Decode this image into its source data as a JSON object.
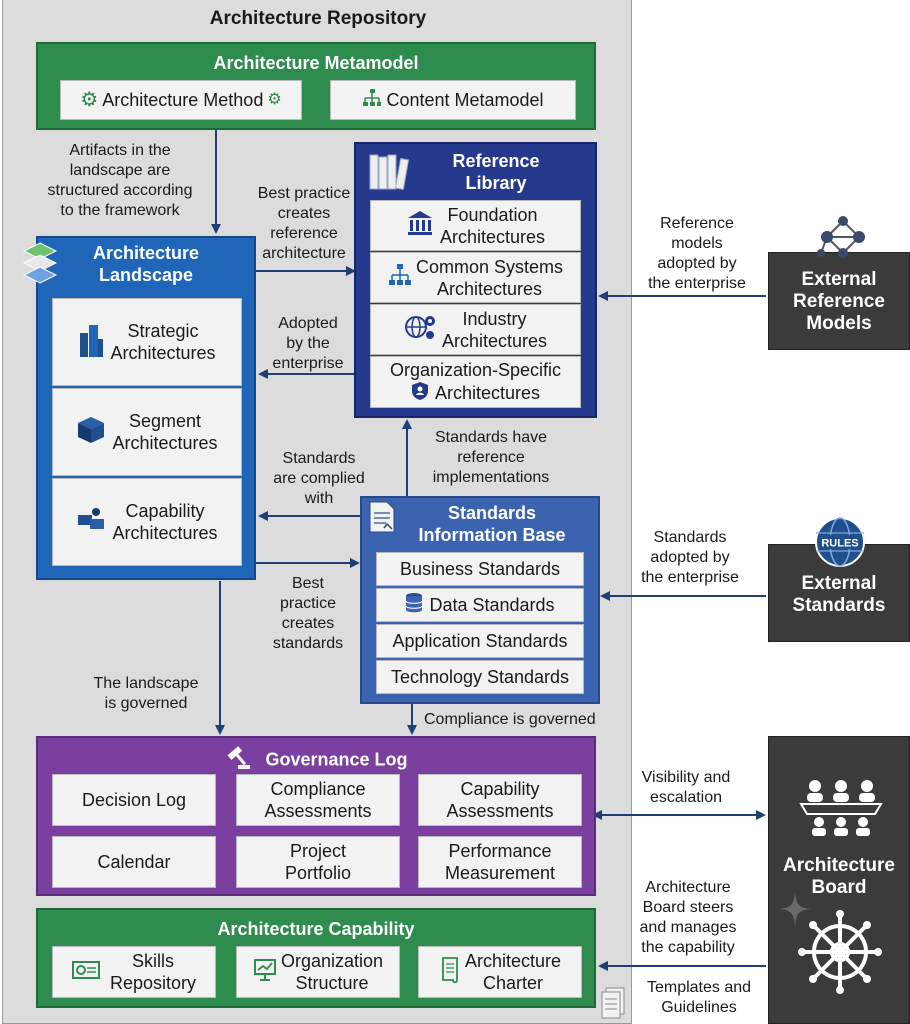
{
  "repository": {
    "title": "Architecture Repository"
  },
  "metamodel": {
    "title": "Architecture Metamodel",
    "items": [
      "Architecture Method",
      "Content Metamodel"
    ]
  },
  "landscape": {
    "title_line1": "Architecture",
    "title_line2": "Landscape",
    "items": [
      {
        "line1": "Strategic",
        "line2": "Architectures"
      },
      {
        "line1": "Segment",
        "line2": "Architectures"
      },
      {
        "line1": "Capability",
        "line2": "Architectures"
      }
    ]
  },
  "reference_library": {
    "title_line1": "Reference",
    "title_line2": "Library",
    "items": [
      {
        "line1": "Foundation",
        "line2": "Architectures"
      },
      {
        "line1": "Common Systems",
        "line2": "Architectures"
      },
      {
        "line1": "Industry",
        "line2": "Architectures"
      },
      {
        "line1": "Organization-Specific",
        "line2": "Architectures"
      }
    ]
  },
  "standards_base": {
    "title_line1": "Standards",
    "title_line2": "Information Base",
    "items": [
      "Business Standards",
      "Data Standards",
      "Application Standards",
      "Technology Standards"
    ]
  },
  "governance_log": {
    "title": "Governance Log",
    "items": [
      {
        "line1": "Decision Log",
        "line2": ""
      },
      {
        "line1": "Compliance",
        "line2": "Assessments"
      },
      {
        "line1": "Capability",
        "line2": "Assessments"
      },
      {
        "line1": "Calendar",
        "line2": ""
      },
      {
        "line1": "Project",
        "line2": "Portfolio"
      },
      {
        "line1": "Performance",
        "line2": "Measurement"
      }
    ]
  },
  "capability": {
    "title": "Architecture Capability",
    "items": [
      {
        "line1": "Skills",
        "line2": "Repository"
      },
      {
        "line1": "Organization",
        "line2": "Structure"
      },
      {
        "line1": "Architecture",
        "line2": "Charter"
      }
    ]
  },
  "external": {
    "ref_models": [
      "External",
      "Reference",
      "Models"
    ],
    "standards": [
      "External",
      "Standards"
    ],
    "board": [
      "Architecture",
      "Board"
    ],
    "rules_badge": "RULES"
  },
  "labels": {
    "artifacts": [
      "Artifacts in the",
      "landscape are",
      "structured according",
      "to the framework"
    ],
    "best_practice_ref": [
      "Best practice",
      "creates",
      "reference",
      "architecture"
    ],
    "adopted": [
      "Adopted",
      "by the",
      "enterprise"
    ],
    "standards_ref_impl": [
      "Standards have",
      "reference",
      "implementations"
    ],
    "complied": [
      "Standards",
      "are complied",
      "with"
    ],
    "best_practice_std": [
      "Best",
      "practice",
      "creates",
      "standards"
    ],
    "landscape_governed": [
      "The landscape",
      "is governed"
    ],
    "compliance_governed": [
      "Compliance is governed"
    ],
    "ref_models_adopted": [
      "Reference",
      "models",
      "adopted by",
      "the enterprise"
    ],
    "standards_adopted": [
      "Standards",
      "adopted by",
      "the enterprise"
    ],
    "visibility": [
      "Visibility and",
      "escalation"
    ],
    "board_steers": [
      "Architecture",
      "Board steers",
      "and manages",
      "the capability"
    ],
    "templates": [
      "Templates and",
      "Guidelines"
    ]
  },
  "colors": {
    "metamodel": "#2f8c4f",
    "landscape": "#1f66b8",
    "reference": "#253a8c",
    "standards": "#3c63b0",
    "governance": "#7b3fa0",
    "external": "#3b3b3b",
    "arrow": "#1f3f73"
  }
}
